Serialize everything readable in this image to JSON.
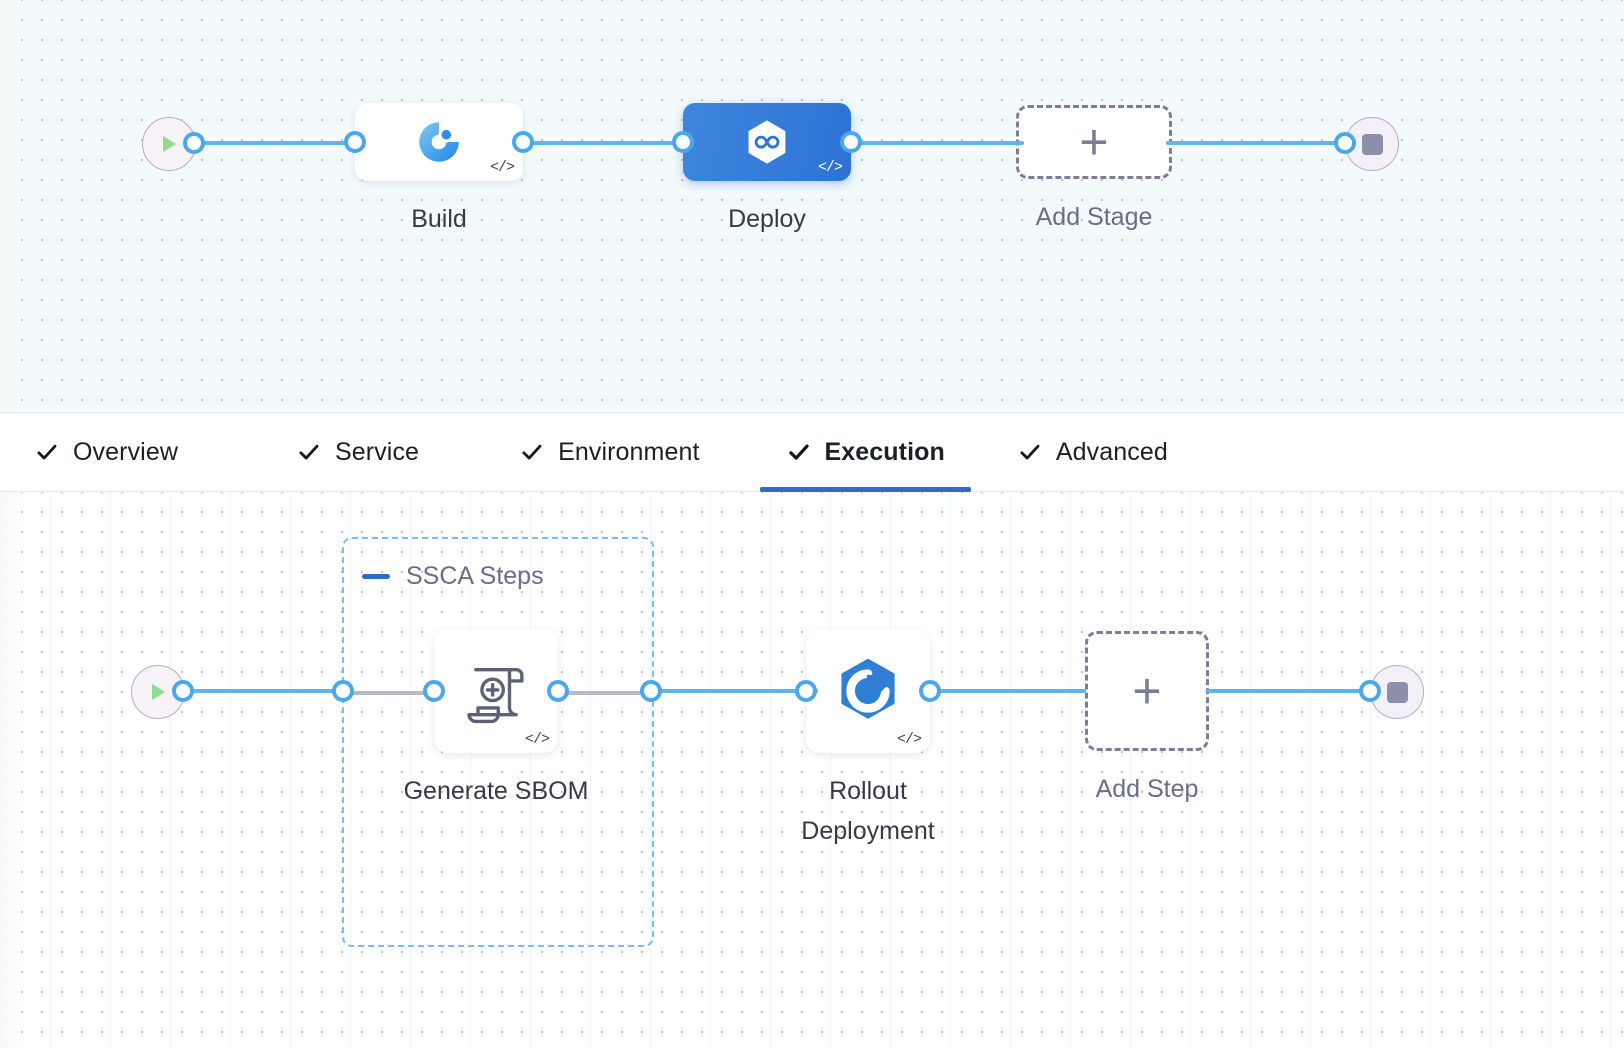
{
  "colors": {
    "accent_blue": "#2d6cc9",
    "edge_blue": "#5cb5ef",
    "port_blue": "#4aa7ec",
    "selected_stage_gradient_from": "#3e86dd",
    "selected_stage_gradient_to": "#2e72d4",
    "group_border": "#6ec1f0",
    "dashed_gray": "#7b7e99",
    "label_gray": "#6b6d85",
    "stage_canvas_bg": "#f2fafc",
    "step_canvas_bg": "#ffffff",
    "stop_square": "#8d90ab",
    "play_green": "#8fdc8d"
  },
  "stage_row": {
    "start_node": {
      "icon": "play-icon",
      "label": ""
    },
    "stages": [
      {
        "id": "build",
        "label": "Build",
        "icon": "ci-build-icon",
        "selected": false,
        "code_badge": "</>"
      },
      {
        "id": "deploy",
        "label": "Deploy",
        "icon": "cd-deploy-icon",
        "selected": true,
        "code_badge": "</>"
      }
    ],
    "add_stage": {
      "label": "Add Stage",
      "glyph": "+"
    },
    "end_node": {
      "icon": "stop-icon"
    }
  },
  "tabs": [
    {
      "id": "overview",
      "label": "Overview",
      "check": true,
      "active": false
    },
    {
      "id": "service",
      "label": "Service",
      "check": true,
      "active": false
    },
    {
      "id": "environment",
      "label": "Environment",
      "check": true,
      "active": false
    },
    {
      "id": "execution",
      "label": "Execution",
      "check": true,
      "active": true
    },
    {
      "id": "advanced",
      "label": "Advanced",
      "check": true,
      "active": false
    }
  ],
  "step_row": {
    "start_node": {
      "icon": "play-icon"
    },
    "group": {
      "id": "ssca-steps",
      "title": "SSCA Steps",
      "collapse_icon": "minus-icon",
      "expanded": true
    },
    "steps": [
      {
        "id": "generate-sbom",
        "label": "Generate SBOM",
        "icon": "sbom-scroll-icon",
        "code_badge": "</>",
        "in_group": true
      },
      {
        "id": "rollout-deployment",
        "label": "Rollout Deployment",
        "icon": "rollout-hexagon-icon",
        "code_badge": "</>",
        "in_group": false
      }
    ],
    "add_step": {
      "label": "Add Step",
      "glyph": "+"
    },
    "end_node": {
      "icon": "stop-icon"
    }
  }
}
